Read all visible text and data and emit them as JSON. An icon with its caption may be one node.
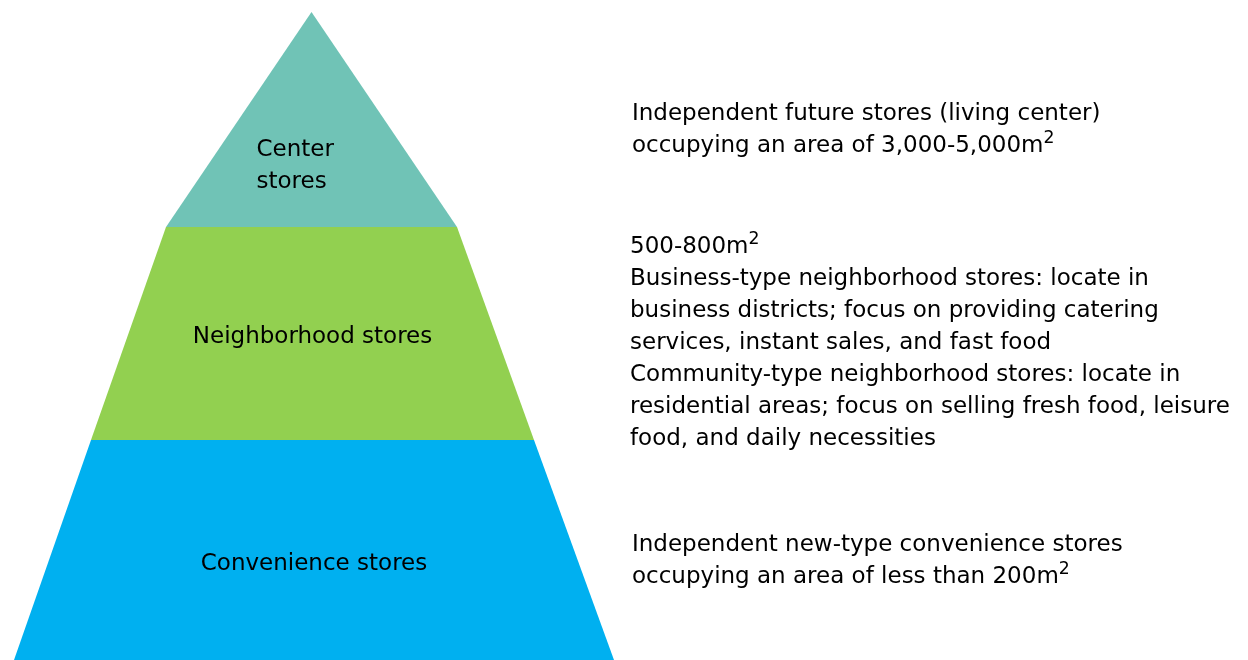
{
  "diagram": {
    "nodes": [
      {
        "text": [
          "Center stores"
        ]
      },
      {
        "text": [
          "Neighborhood stores"
        ]
      },
      {
        "text": [
          "Convenience stores"
        ]
      }
    ],
    "edges": [],
    "labels": [
      "Independent future stores (living center) occupying an area of 3,000-5,000m$^{2}$",
      "500-800m$^{2}$",
      "Business-type neighborhood stores: locate in business districts; focus on providing catering services, instant sales, and fast food",
      "Community-type neighborhood stores: locate in residential areas; focus on selling fresh food, leisure food, and daily necessities",
      "Independent new-type convenience stores occupying an area of less than 200m$^{2}$"
    ]
  }
}
